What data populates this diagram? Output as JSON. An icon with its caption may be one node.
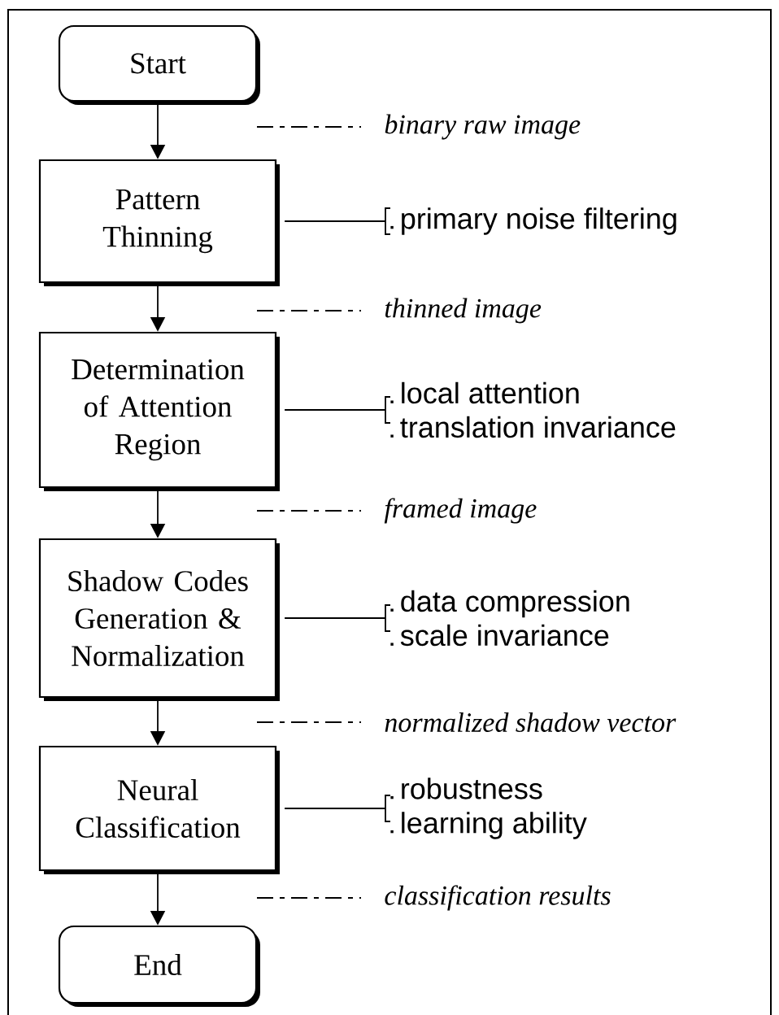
{
  "diagram": {
    "nodes": [
      {
        "text": [
          "Start"
        ]
      },
      {
        "text": [
          "Pattern Thinning"
        ]
      },
      {
        "text": [
          "primary noise filtering"
        ]
      },
      {
        "text": [
          "Determination of Attention Region"
        ]
      },
      {
        "text": [
          "local attention",
          "translation invariance"
        ]
      },
      {
        "text": [
          "Shadow Codes Generation & Normalization"
        ]
      },
      {
        "text": [
          "data compression",
          "scale invariance"
        ]
      },
      {
        "text": [
          "Neural Classification"
        ]
      },
      {
        "text": [
          "robustness",
          "learning ability"
        ]
      },
      {
        "text": [
          "End"
        ]
      }
    ],
    "edges": [
      {
        "from": 0,
        "to": 1,
        "arrow": "to"
      },
      {
        "from": 1,
        "to": 3,
        "arrow": "to"
      },
      {
        "from": 3,
        "to": 5,
        "arrow": "to"
      },
      {
        "from": 5,
        "to": 7,
        "arrow": "to"
      },
      {
        "from": 7,
        "to": 9,
        "arrow": "to"
      },
      {
        "from": 1,
        "to": 2,
        "arrow": "none"
      },
      {
        "from": 3,
        "to": 4,
        "arrow": "none"
      },
      {
        "from": 5,
        "to": 6,
        "arrow": "none"
      },
      {
        "from": 7,
        "to": 8,
        "arrow": "none"
      }
    ],
    "labels": [
      "binary raw image",
      "thinned image",
      "framed image",
      "normalized shadow vector",
      "classification results"
    ]
  }
}
